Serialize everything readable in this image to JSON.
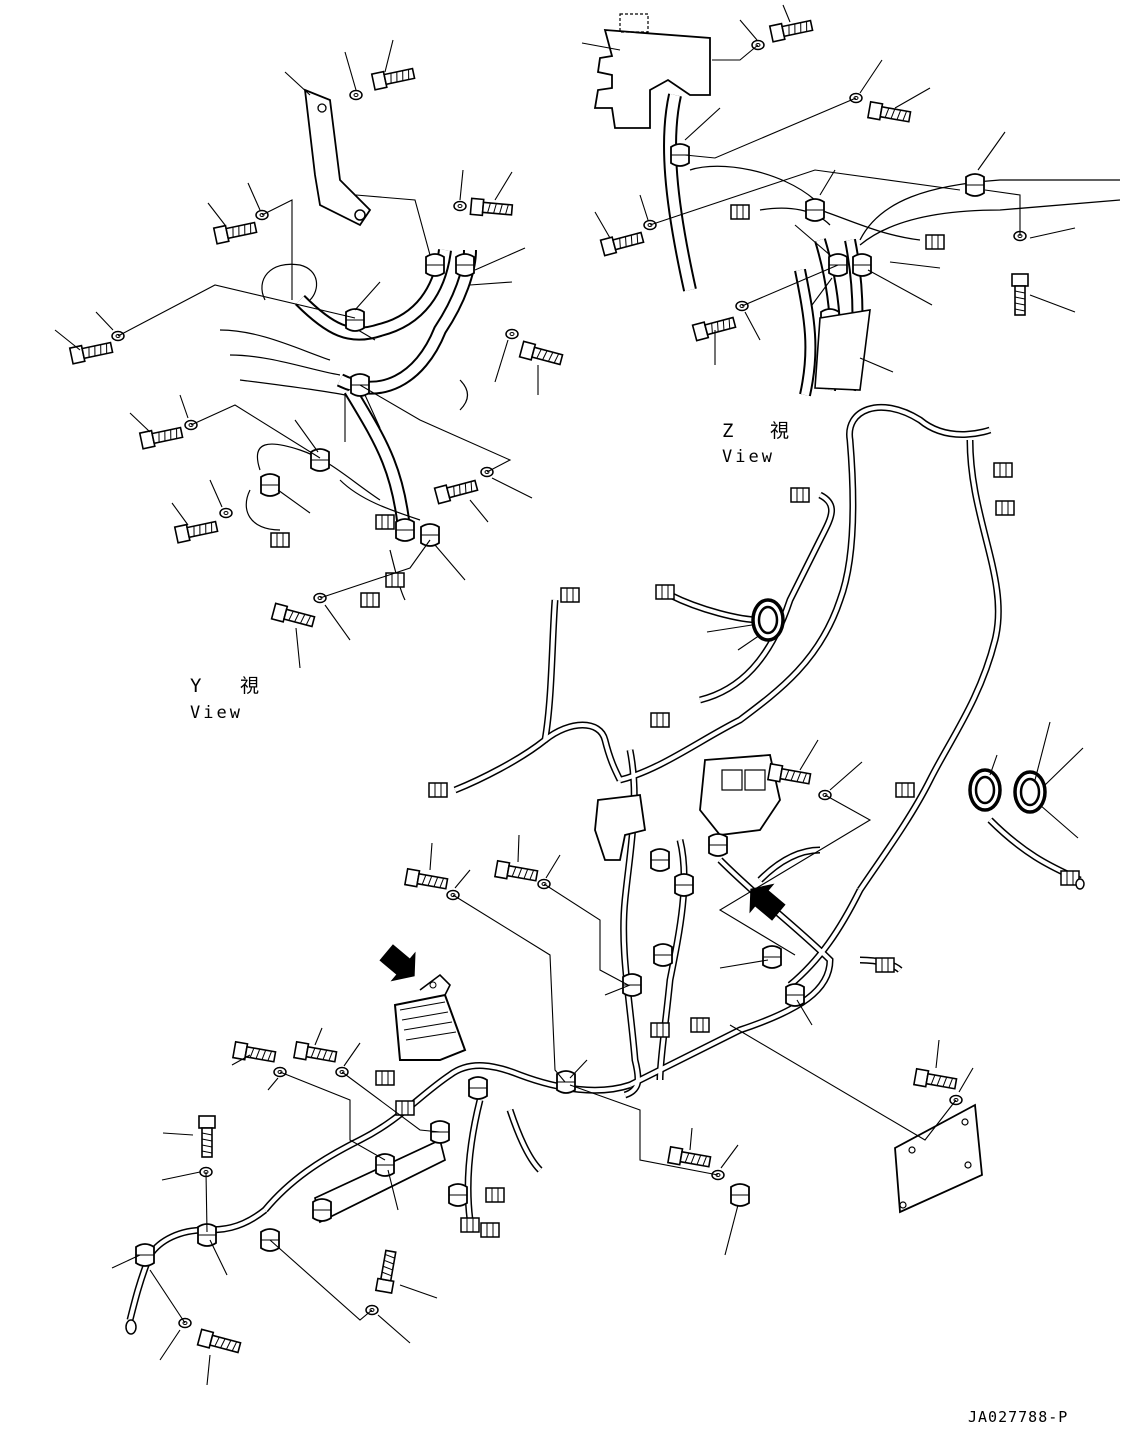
{
  "view_y": {
    "letter": "Y",
    "kanji": "視",
    "word": "View"
  },
  "view_z": {
    "letter": "Z",
    "kanji": "視",
    "word": "View"
  },
  "drawing_code": "JA027788-P"
}
